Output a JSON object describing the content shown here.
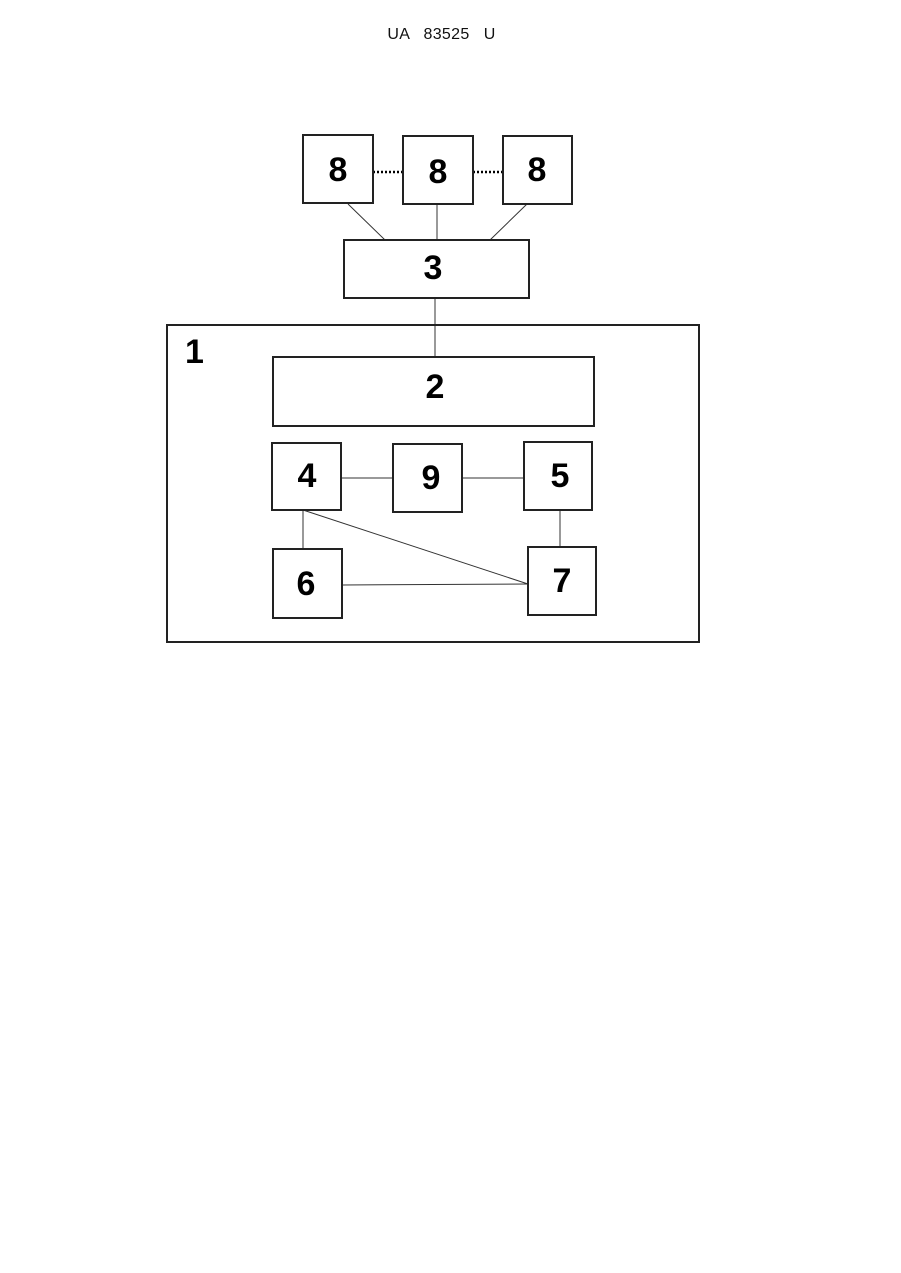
{
  "header": {
    "doc_number": "UA   83525   U"
  },
  "diagram": {
    "container_label": "1",
    "blocks": {
      "b2": "2",
      "b3": "3",
      "b4": "4",
      "b5": "5",
      "b6": "6",
      "b7": "7",
      "b8a": "8",
      "b8b": "8",
      "b8c": "8",
      "b9": "9"
    }
  }
}
